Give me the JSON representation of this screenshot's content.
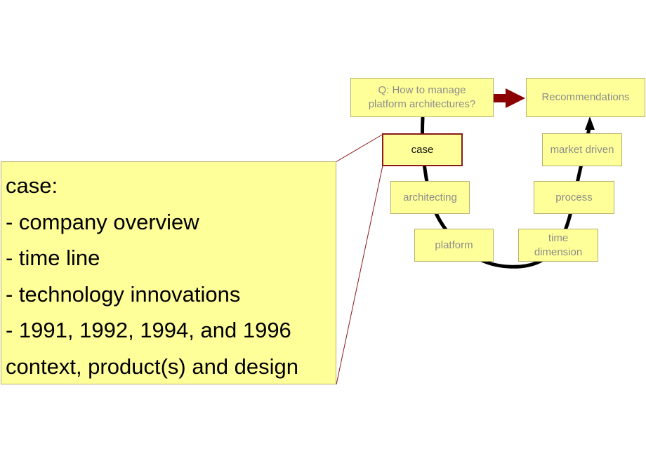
{
  "nodes": {
    "question": "Q: How to manage\nplatform architectures?",
    "recommendations": "Recommendations",
    "case": "case",
    "architecting": "architecting",
    "platform": "platform",
    "time_dimension": "time\ndimension",
    "process": "process",
    "market_driven": "market driven"
  },
  "detail": {
    "title": "case:",
    "lines": [
      "- company overview",
      "- time line",
      "- technology innovations",
      "- 1991, 1992, 1994, and 1996",
      "context, product(s) and design"
    ]
  },
  "colors": {
    "box_fill": "#ffff99",
    "box_border": "#b8b070",
    "active_border": "#8b1a1a",
    "arrow": "#8b0000",
    "curve": "#000000",
    "inactive_text": "#8c8c8c"
  }
}
